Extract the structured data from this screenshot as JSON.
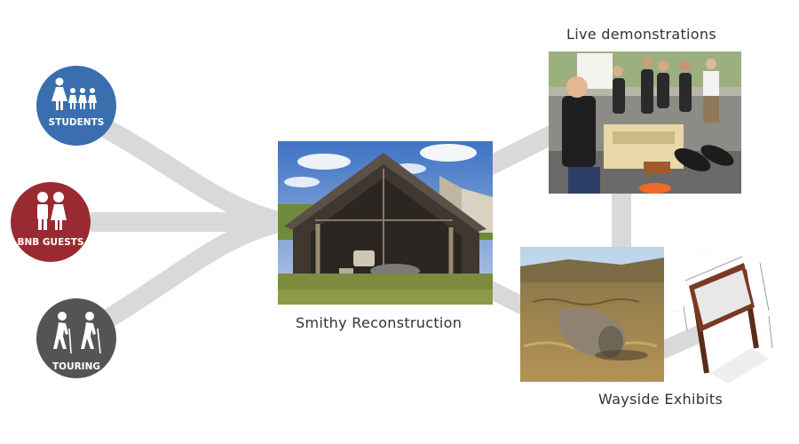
{
  "audiences": [
    {
      "label": "STUDENTS",
      "color": "#3a6eae",
      "icon": "family-icon"
    },
    {
      "label": "BNB GUESTS",
      "color": "#9a2a31",
      "icon": "couple-icon"
    },
    {
      "label": "TOURING",
      "color": "#545454",
      "icon": "hikers-icon"
    }
  ],
  "captions": {
    "live": "Live demonstrations",
    "smithy": "Smithy Reconstruction",
    "wayside": "Wayside Exhibits"
  },
  "colors": {
    "connector": "#d9d9d9",
    "sky": "#5d8fd4",
    "turf_roof": "#5a5148",
    "grass": "#7c8b3e",
    "moor": "#a8894a"
  },
  "photos": {
    "live": "demonstration-photo",
    "smithy": "smithy-photo",
    "wayside": "wayside-photo",
    "sign": "wayside-sign-drawing"
  }
}
